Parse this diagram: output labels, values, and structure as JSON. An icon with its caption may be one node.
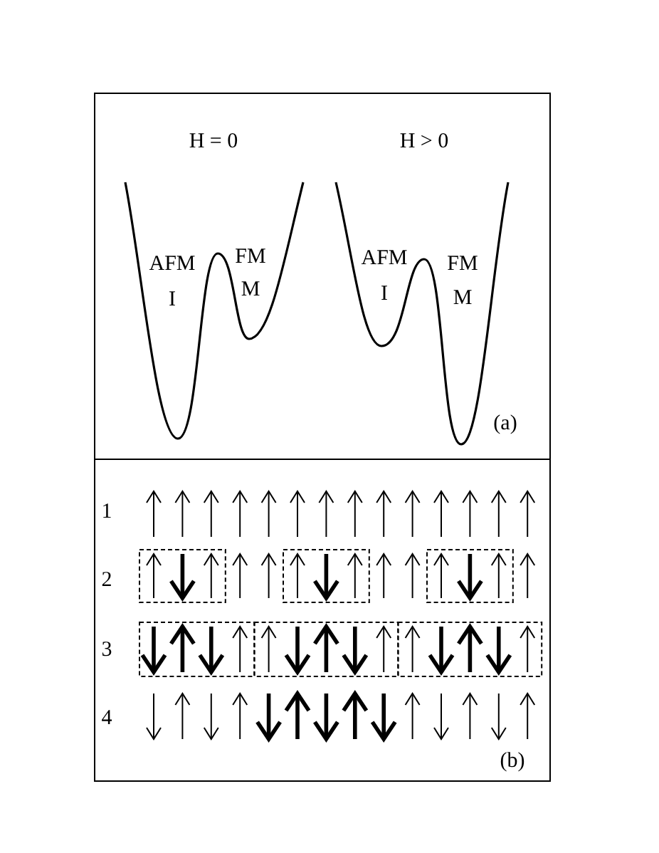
{
  "diagram": {
    "labels": [
      "H = 0",
      "H > 0",
      "AFM",
      "I",
      "FM",
      "M",
      "AFM",
      "I",
      "FM",
      "M",
      "(a)",
      "1",
      "2",
      "3",
      "4",
      "(b)"
    ]
  }
}
